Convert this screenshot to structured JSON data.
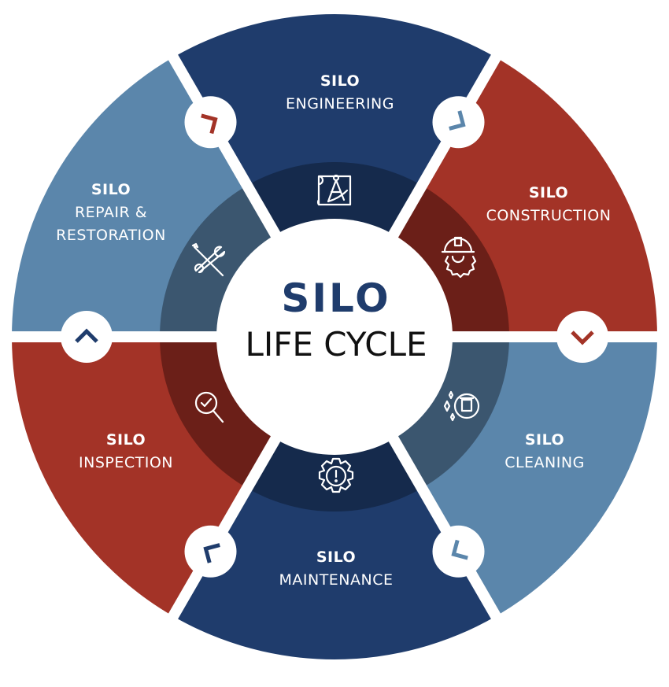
{
  "center": {
    "line1": "SILO",
    "line2": "LIFE CYCLE"
  },
  "colors": {
    "navy": "#1f3c6c",
    "navy_inner": "#152a4c",
    "red": "#a33327",
    "red_inner": "#6b1f18",
    "blue": "#5b86ab",
    "blue_inner": "#3b566f"
  },
  "segments": [
    {
      "id": "engineering",
      "prefix": "SILO",
      "lines": [
        "ENGINEERING"
      ],
      "icon": "blueprint-compass-icon"
    },
    {
      "id": "construction",
      "prefix": "SILO",
      "lines": [
        "CONSTRUCTION"
      ],
      "icon": "hardhat-gear-icon"
    },
    {
      "id": "cleaning",
      "prefix": "SILO",
      "lines": [
        "CLEANING"
      ],
      "icon": "sparkle-cleaning-icon"
    },
    {
      "id": "maintenance",
      "prefix": "SILO",
      "lines": [
        "MAINTENANCE"
      ],
      "icon": "gear-alert-icon"
    },
    {
      "id": "inspection",
      "prefix": "SILO",
      "lines": [
        "INSPECTION"
      ],
      "icon": "magnifier-check-icon"
    },
    {
      "id": "repair",
      "prefix": "SILO",
      "lines": [
        "REPAIR &",
        "RESTORATION"
      ],
      "icon": "wrench-screwdriver-icon"
    }
  ]
}
